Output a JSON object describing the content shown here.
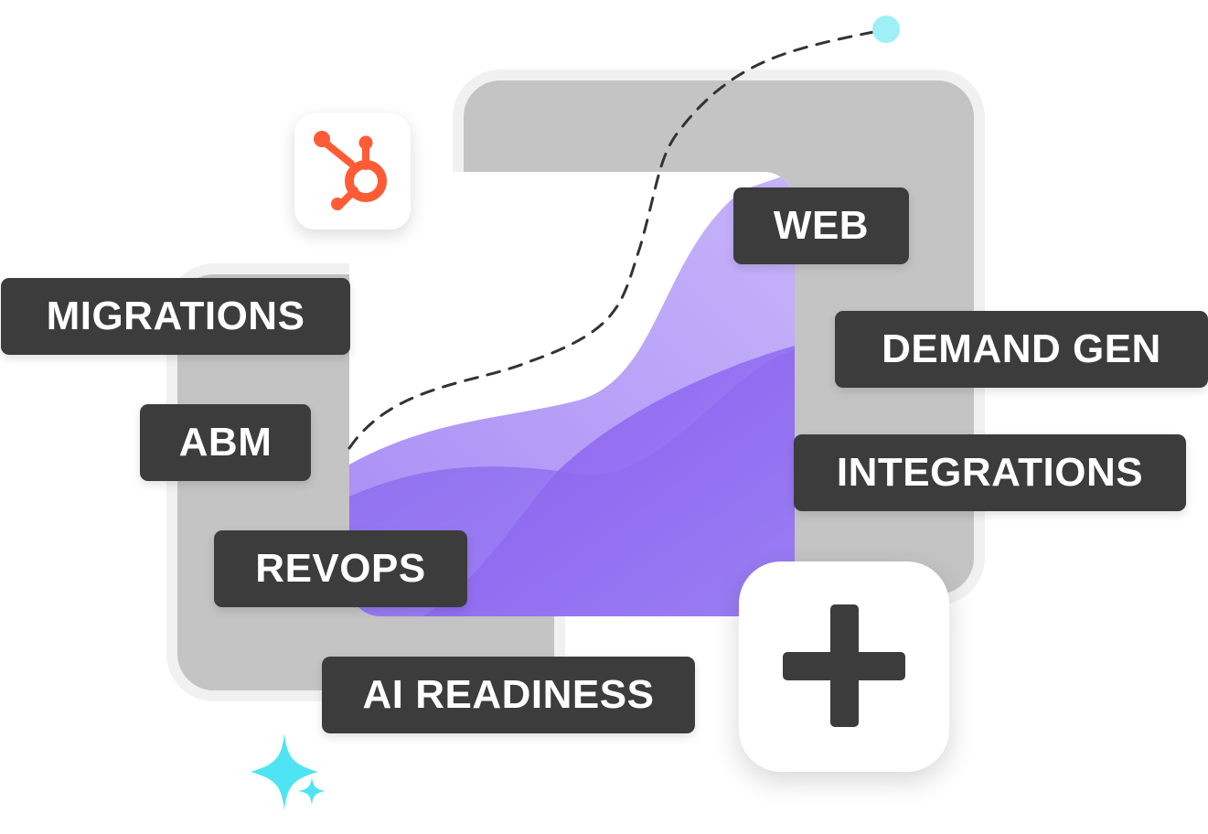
{
  "tags": {
    "migrations": "MIGRATIONS",
    "abm": "ABM",
    "revops": "REVOPS",
    "ai_readiness": "AI READINESS",
    "web": "WEB",
    "demand_gen": "DEMAND GEN",
    "integrations": "INTEGRATIONS"
  },
  "icons": {
    "brand": "hubspot-logo",
    "add": "plus-icon",
    "decoration": "sparkle-icon",
    "trajectory": "dashed-growth-line"
  },
  "colors": {
    "tag_background": "#3b3c3b",
    "tag_text": "#ffffff",
    "panel_gray": "#c4c4c4",
    "wave_light": "#b8a1f7",
    "wave_mid": "#9c80f2",
    "wave_deep": "#8a66ef",
    "hubspot_orange": "#ff5c35",
    "accent_cyan": "#4fe4f3",
    "plus_dark": "#3b3c3b"
  }
}
